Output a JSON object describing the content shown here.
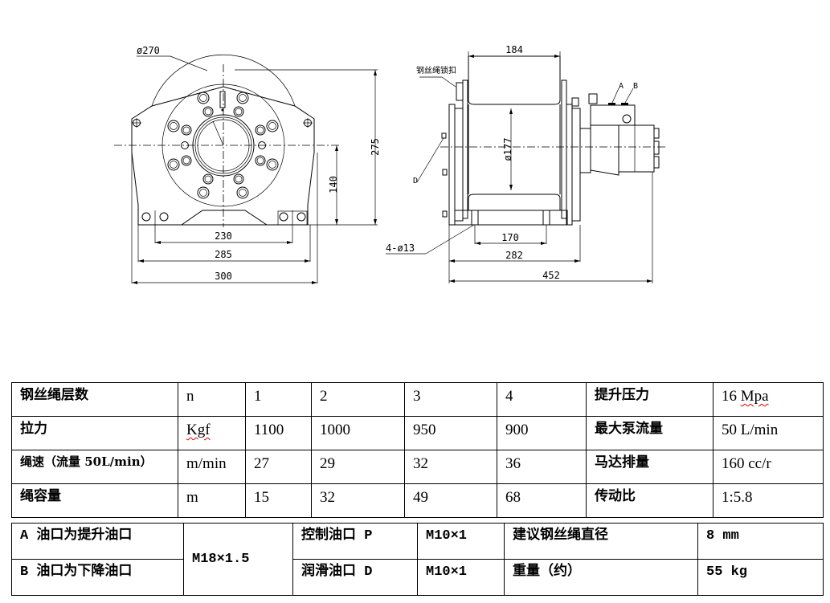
{
  "drawing": {
    "front_view": {
      "drum_flange_diameter": "ø270",
      "height_total": "275",
      "height_center": "140",
      "mount_hole_spacing": "230",
      "base_width": "285",
      "overall_width": "300"
    },
    "side_view": {
      "drum_length": "184",
      "rope_clamp_label": "钢丝绳锁扣",
      "drum_diameter": "ø177",
      "port_a": "A",
      "port_b": "B",
      "port_d": "D",
      "mount_holes": "4-ø13",
      "foot_hole_spacing": "170",
      "frame_length": "282",
      "overall_length": "452"
    }
  },
  "spec_table": {
    "rows": [
      {
        "label": "钢丝绳层数",
        "unit": "n",
        "values": [
          "1",
          "2",
          "3",
          "4"
        ],
        "param": "提升压力",
        "param_value": "16 Mpa"
      },
      {
        "label": "拉力",
        "unit": "Kgf",
        "values": [
          "1100",
          "1000",
          "950",
          "900"
        ],
        "param": "最大泵流量",
        "param_value": "50 L/min"
      },
      {
        "label": "绳速（流量 50L/min）",
        "unit": "m/min",
        "values": [
          "27",
          "29",
          "32",
          "36"
        ],
        "param": "马达排量",
        "param_value": "160 cc/r"
      },
      {
        "label": "绳容量",
        "unit": "m",
        "values": [
          "15",
          "32",
          "49",
          "68"
        ],
        "param": "传动比",
        "param_value": "1:5.8"
      }
    ]
  },
  "port_table": {
    "port_a": "A 油口为提升油口",
    "port_b": "B 油口为下降油口",
    "port_ab_thread": "M18×1.5",
    "control_port": "控制油口 P",
    "control_thread": "M10×1",
    "lube_port": "润滑油口 D",
    "lube_thread": "M10×1",
    "rope_diameter_label": "建议钢丝绳直径",
    "rope_diameter_value": "8 mm",
    "weight_label": "重量（约）",
    "weight_value": "55 kg"
  }
}
